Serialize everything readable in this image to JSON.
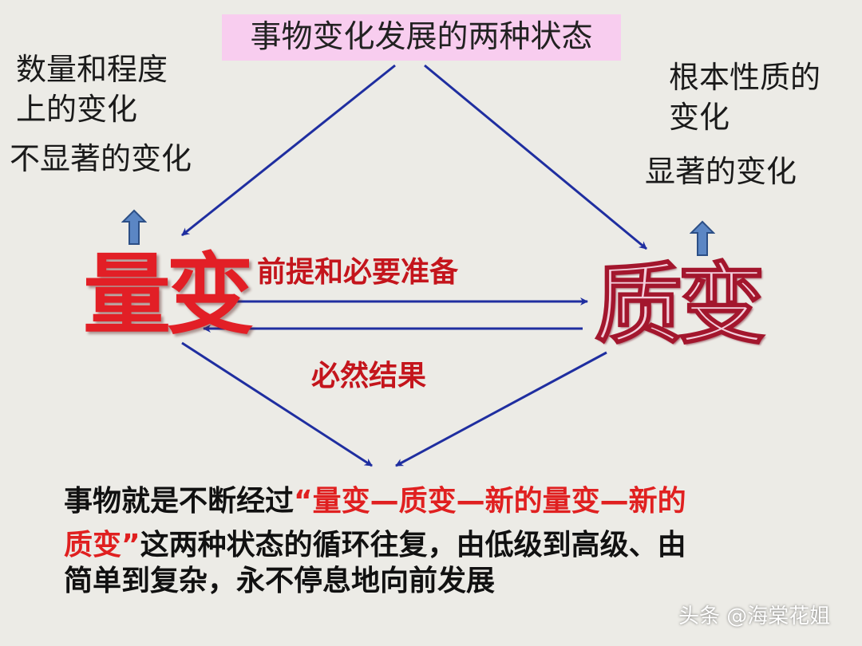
{
  "title": "事物变化发展的两种状态",
  "left_notes": {
    "line1": "数量和程度",
    "line2": "上的变化",
    "line3": "不显著的变化"
  },
  "right_notes": {
    "line1": "根本性质的",
    "line2": "变化",
    "line3": "显著的变化"
  },
  "quantitative_change": "量变",
  "qualitative_change": "质变",
  "arrow_label_top": "前提和必要准备",
  "arrow_label_bottom": "必然结果",
  "conclusion": {
    "l1_prefix": "事物就是不断经过",
    "l1_highlight": "“量变—质变—新的量变—新的",
    "l2_highlight": "质变”",
    "l2_rest": "这两种状态的循环往复，由低级到高级、由",
    "l3": "简单到复杂，永不停息地向前发展"
  },
  "watermark": "头条 @海棠花姐",
  "colors": {
    "arrow": "#1f2ea0",
    "up_arrow_fill": "#5b86c4",
    "title_bg": "#f8cdef",
    "red": "#e21f26"
  }
}
